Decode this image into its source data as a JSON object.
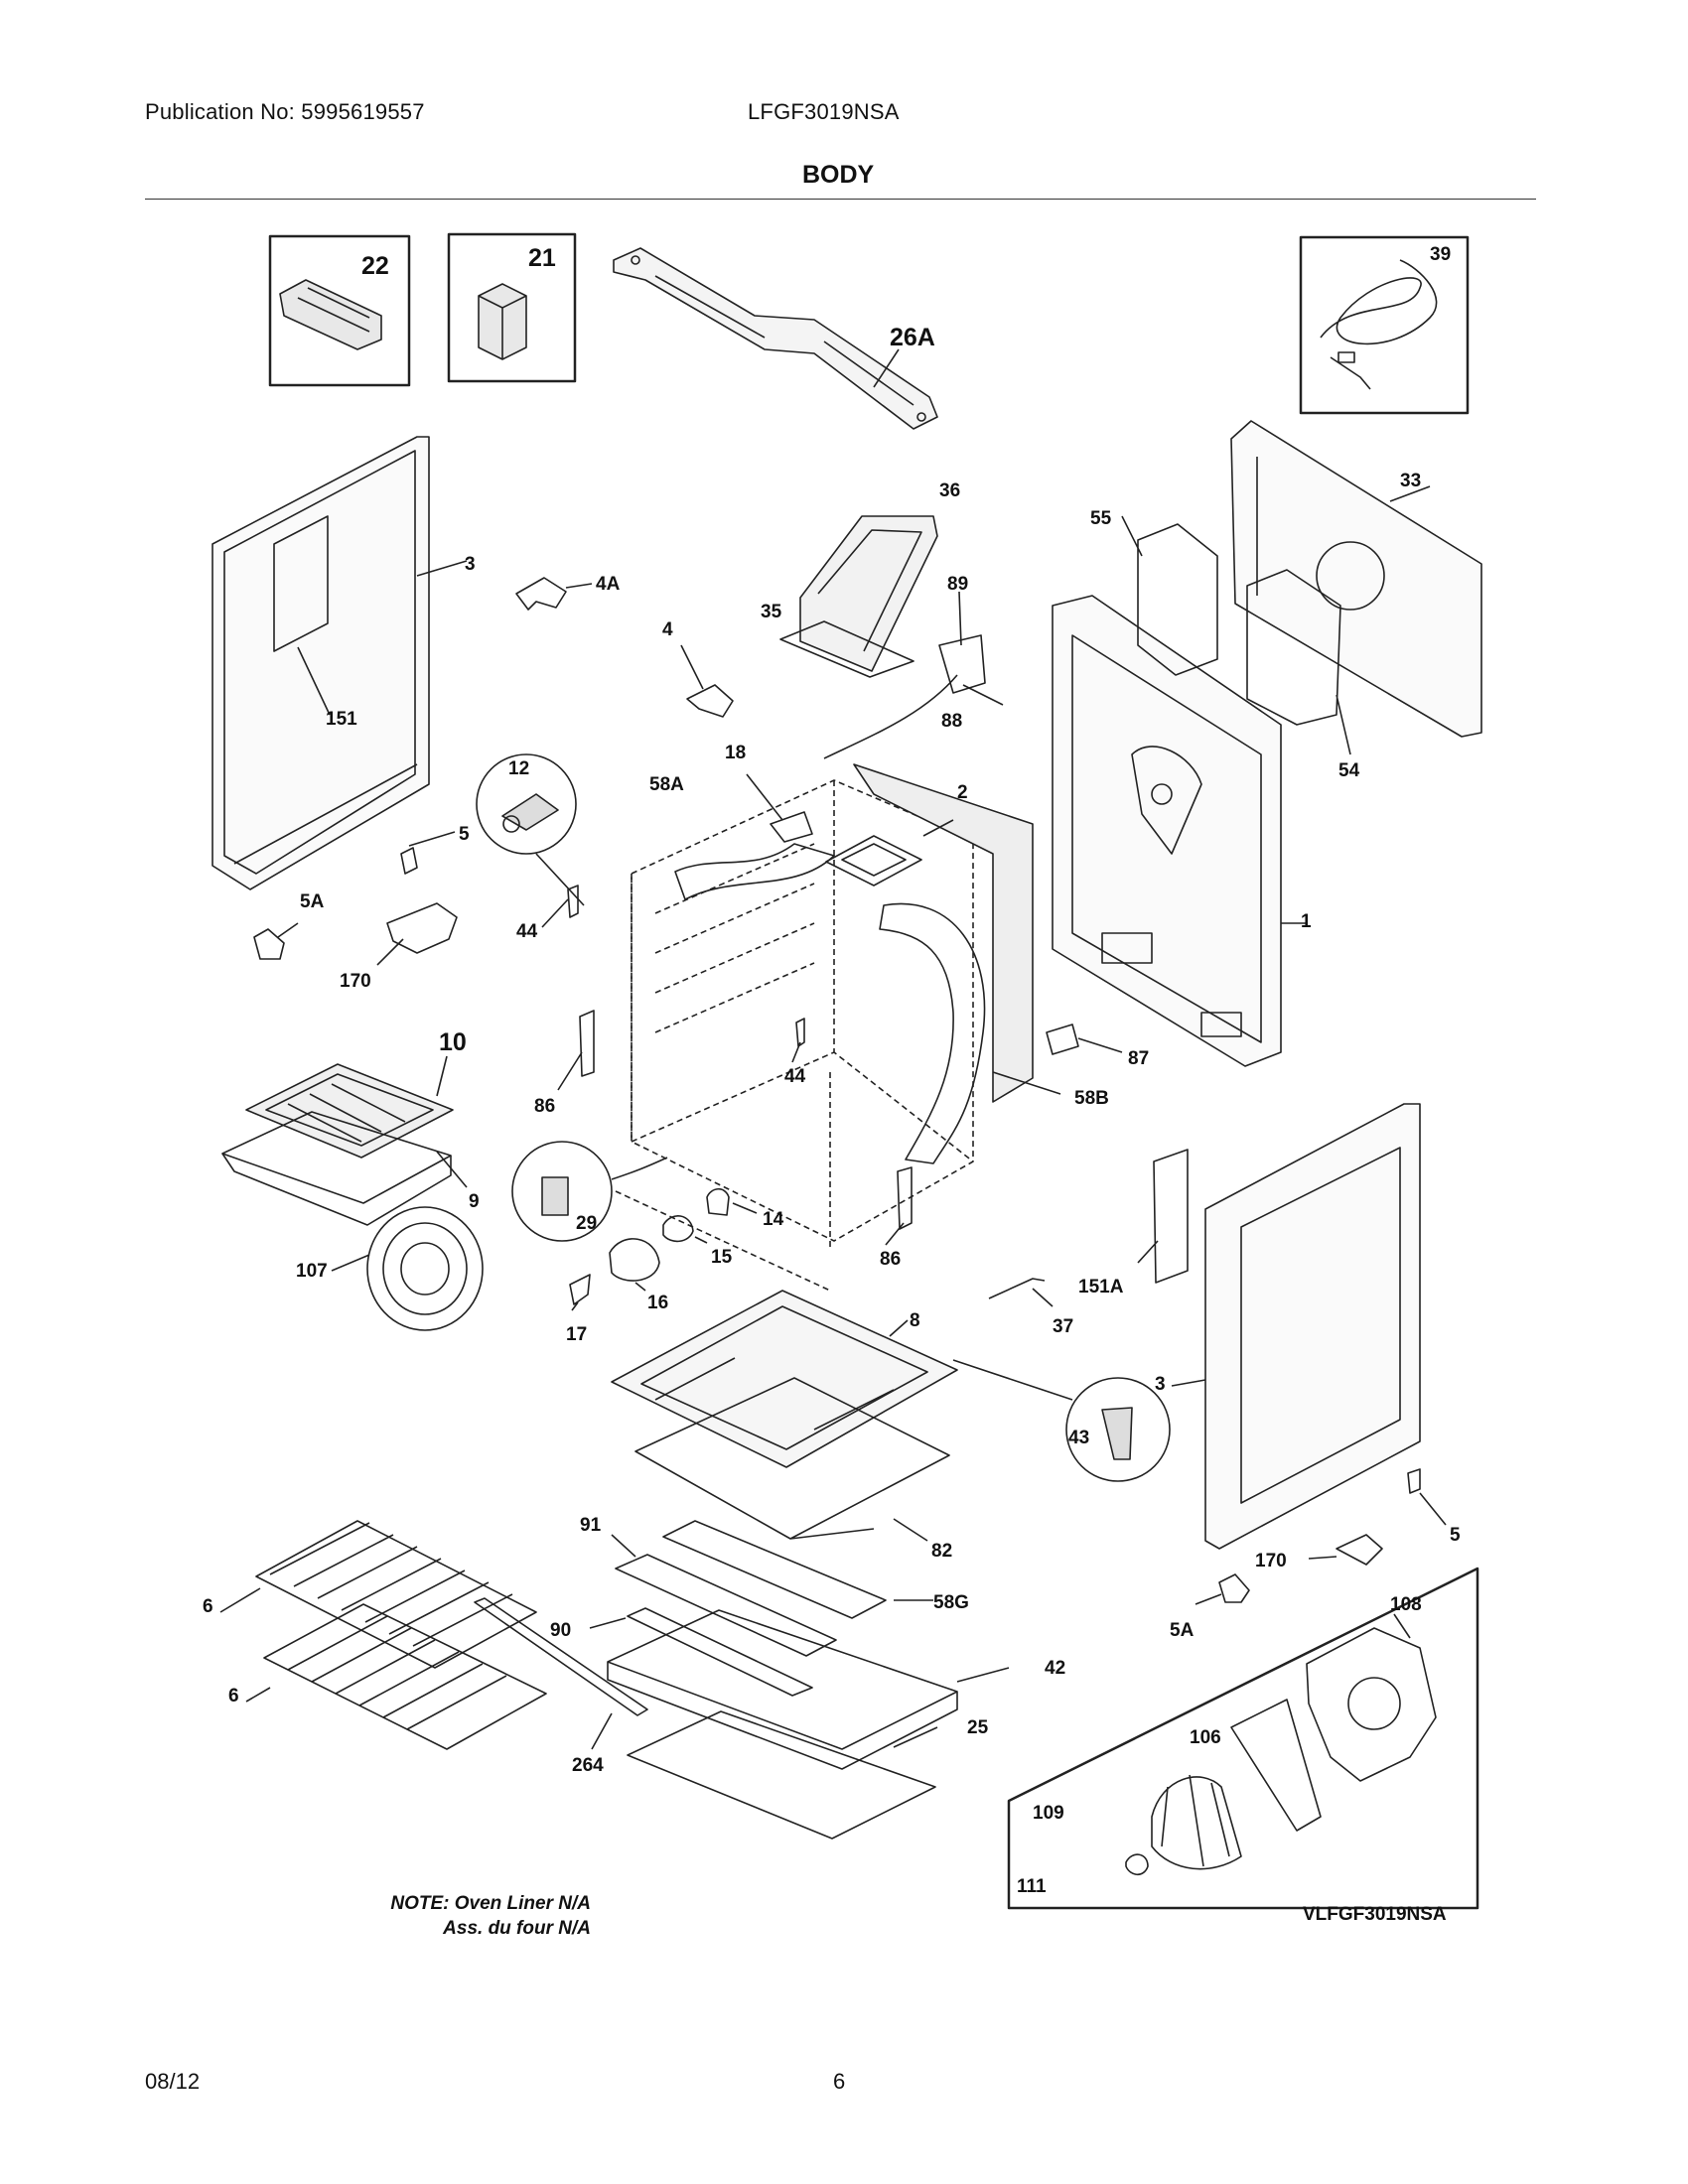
{
  "header": {
    "publication": "Publication No: 5995619557",
    "model": "LFGF3019NSA",
    "section_title": "BODY"
  },
  "callouts": {
    "c1": "1",
    "c2": "2",
    "c3a": "3",
    "c3b": "3",
    "c4": "4",
    "c4a": "4A",
    "c5a": "5",
    "c5b": "5",
    "c5aa": "5A",
    "c5ab": "5A",
    "c6a": "6",
    "c6b": "6",
    "c8": "8",
    "c9": "9",
    "c10": "10",
    "c12": "12",
    "c14": "14",
    "c15": "15",
    "c16": "16",
    "c17": "17",
    "c18": "18",
    "c21": "21",
    "c22": "22",
    "c25": "25",
    "c26a": "26A",
    "c29": "29",
    "c33": "33",
    "c35": "35",
    "c36": "36",
    "c37": "37",
    "c39": "39",
    "c42": "42",
    "c43": "43",
    "c44a": "44",
    "c44b": "44",
    "c54": "54",
    "c55": "55",
    "c58a": "58A",
    "c58b": "58B",
    "c58g": "58G",
    "c82": "82",
    "c86a": "86",
    "c86b": "86",
    "c87": "87",
    "c88": "88",
    "c89": "89",
    "c90": "90",
    "c91": "91",
    "c106": "106",
    "c107": "107",
    "c108": "108",
    "c109": "109",
    "c111": "111",
    "c151": "151",
    "c151a": "151A",
    "c170a": "170",
    "c170b": "170",
    "c264": "264"
  },
  "note": {
    "line1": "NOTE: Oven Liner N/A",
    "line2": "Ass. du four N/A"
  },
  "variant_label": "VLFGF3019NSA",
  "footer": {
    "date": "08/12",
    "page": "6"
  }
}
